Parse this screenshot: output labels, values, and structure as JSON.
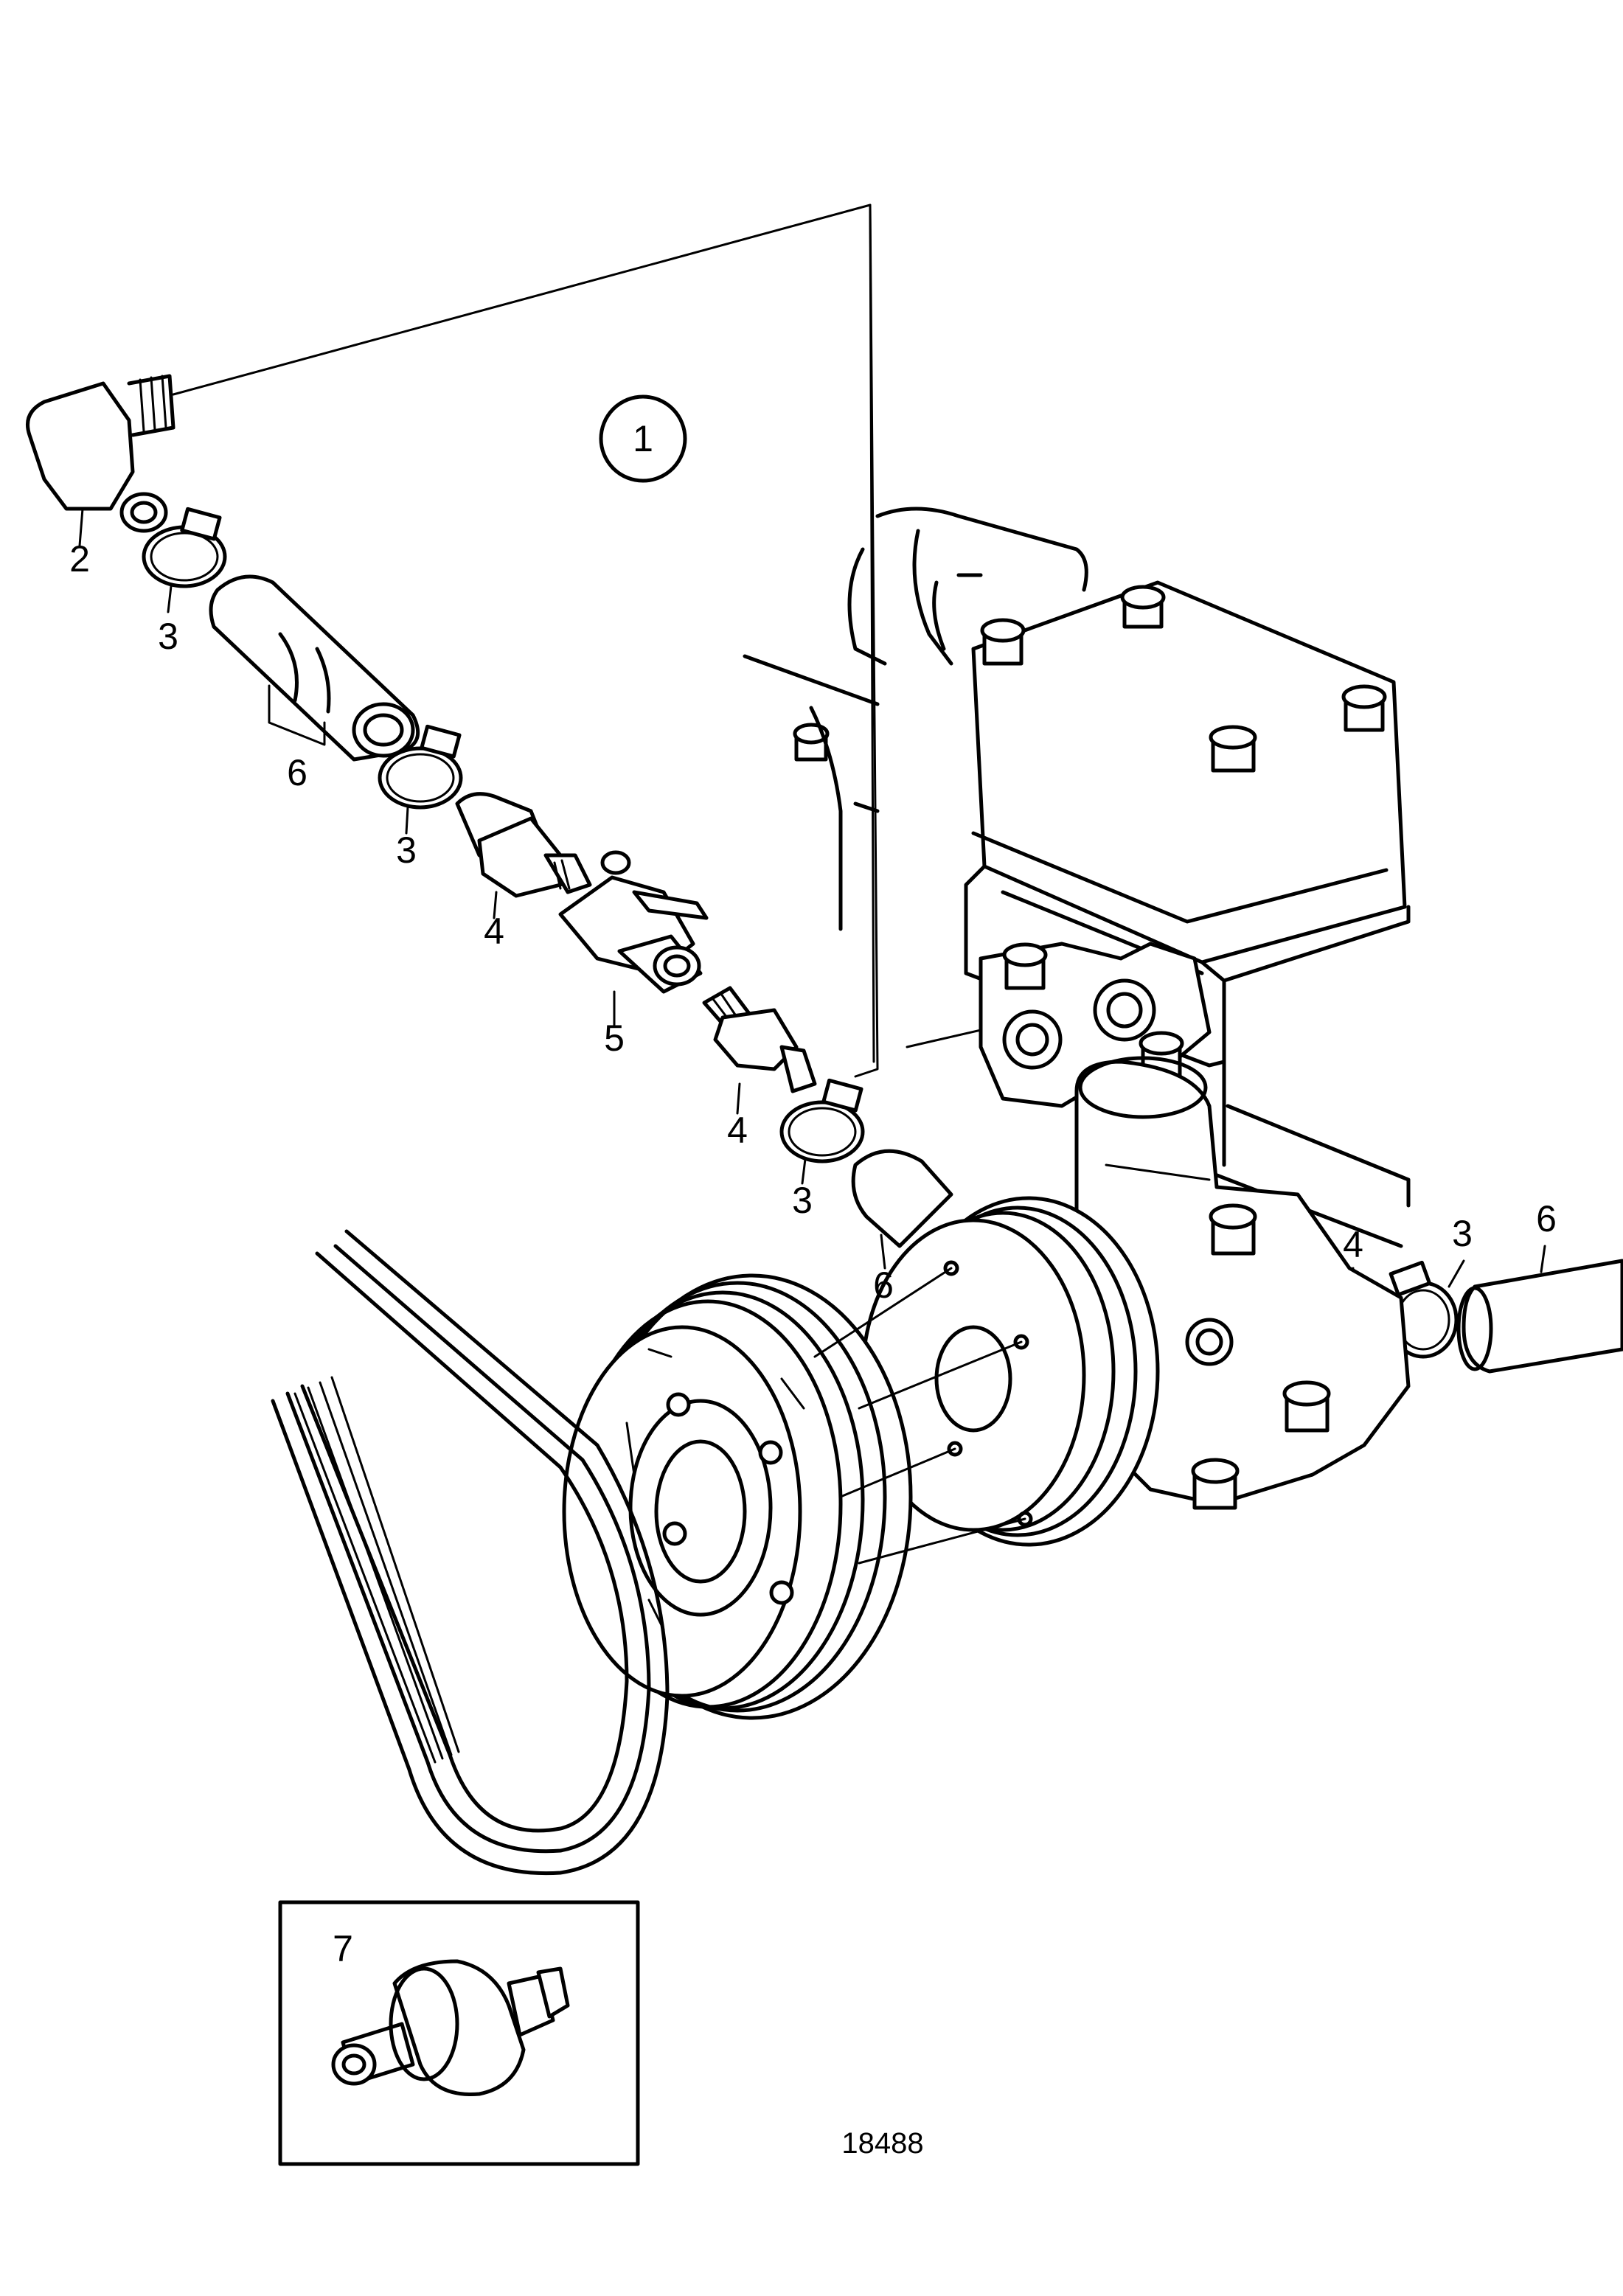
{
  "diagram": {
    "assembly_callout": "1",
    "part_labels": {
      "p2": "2",
      "p3a": "3",
      "p3b": "3",
      "p3c": "3",
      "p3d": "3",
      "p4a": "4",
      "p4b": "4",
      "p4c": "4",
      "p5": "5",
      "p6a": "6",
      "p6b": "6",
      "p6c": "6",
      "p7": "7"
    },
    "figure_number": "18488"
  }
}
